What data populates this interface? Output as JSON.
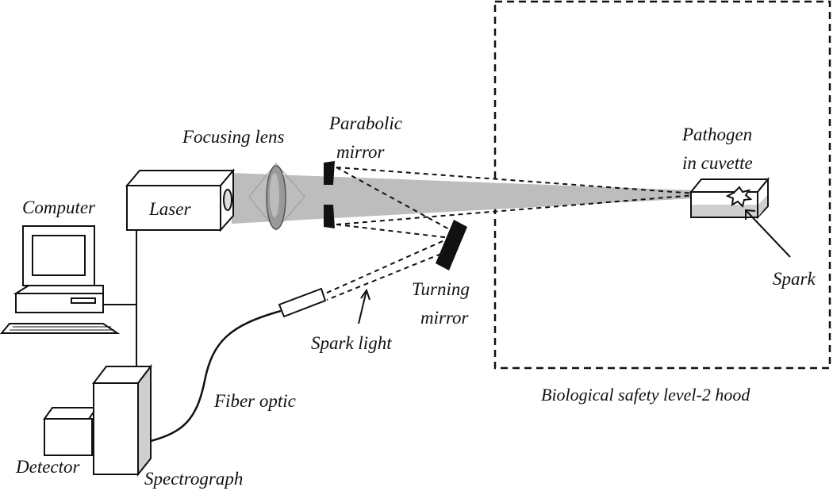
{
  "labels": {
    "computer": "Computer",
    "laser": "Laser",
    "focusing_lens": "Focusing lens",
    "parabolic_mirror_line1": "Parabolic",
    "parabolic_mirror_line2": "mirror",
    "pathogen_line1": "Pathogen",
    "pathogen_line2": "in cuvette",
    "spark": "Spark",
    "turning_mirror_line1": "Turning",
    "turning_mirror_line2": "mirror",
    "spark_light": "Spark light",
    "fiber_optic": "Fiber optic",
    "detector": "Detector",
    "spectrograph": "Spectrograph",
    "hood": "Biological safety level-2 hood"
  },
  "colors": {
    "beam": "#bdbdbd",
    "outline": "#111111",
    "mirror": "#111111",
    "spectrograph_side": "#cfcfcf"
  }
}
